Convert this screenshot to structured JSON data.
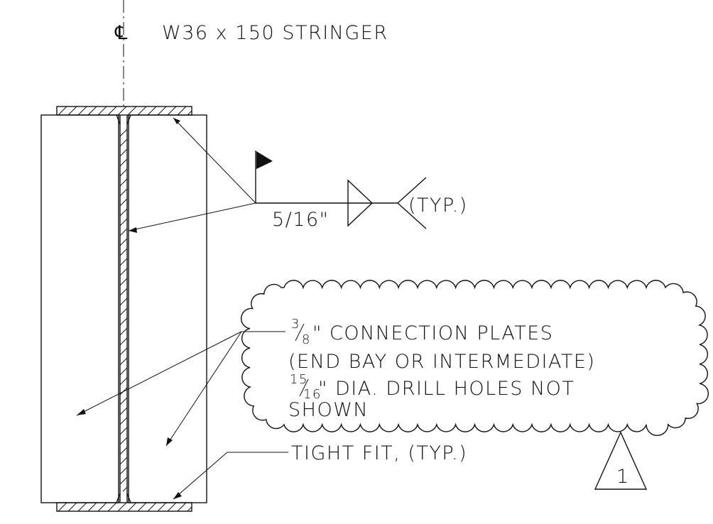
{
  "title": {
    "centerline_symbol": "℄",
    "text": "W36 x 150 STRINGER"
  },
  "weld": {
    "size": "5/16\"",
    "tail_note": "(TYP.)"
  },
  "cloud_note": {
    "line1_fraction_num": "3",
    "line1_fraction_den": "8",
    "line1_text": "\" CONNECTION PLATES",
    "line2_text": "(END BAY OR INTERMEDIATE)",
    "line3_fraction_num": "15",
    "line3_fraction_den": "16",
    "line3_text": " \" DIA. DRILL HOLES NOT",
    "line4_text": "SHOWN"
  },
  "tight_fit_note": "TIGHT FIT, (TYP.)",
  "revision_marker": "1",
  "colors": {
    "line": "#111111",
    "background": "#ffffff"
  }
}
